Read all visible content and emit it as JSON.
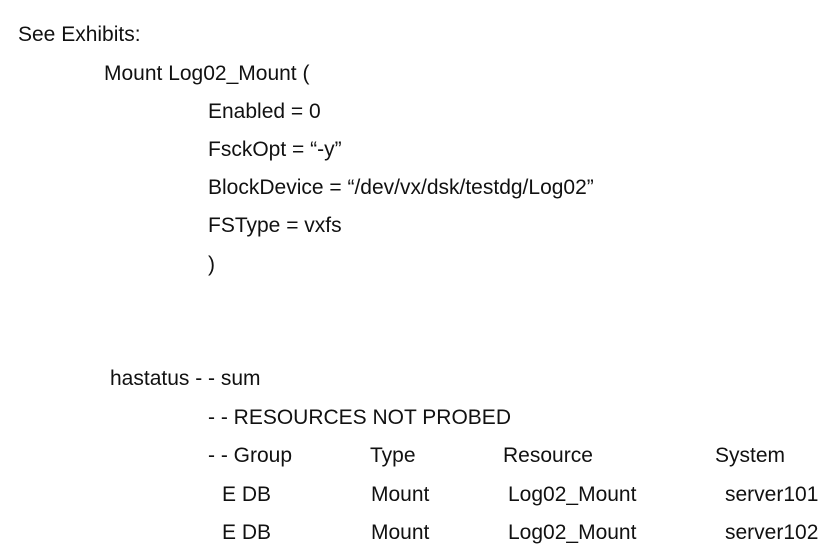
{
  "heading": "See Exhibits:",
  "mount_config": {
    "open_line": "Mount Log02_Mount (",
    "attributes": [
      "Enabled = 0",
      "FsckOpt = “-y”",
      "BlockDevice = “/dev/vx/dsk/testdg/Log02”",
      "FSType = vxfs"
    ],
    "close_line": ")"
  },
  "hastatus": {
    "command": "hastatus - - sum",
    "notice": "- - RESOURCES NOT PROBED",
    "header": [
      "- - Group",
      "Type",
      "Resource",
      "System"
    ],
    "rows": [
      [
        "E DB",
        "Mount",
        "Log02_Mount",
        "server101"
      ],
      [
        "E DB",
        "Mount",
        "Log02_Mount",
        "server102"
      ]
    ]
  }
}
